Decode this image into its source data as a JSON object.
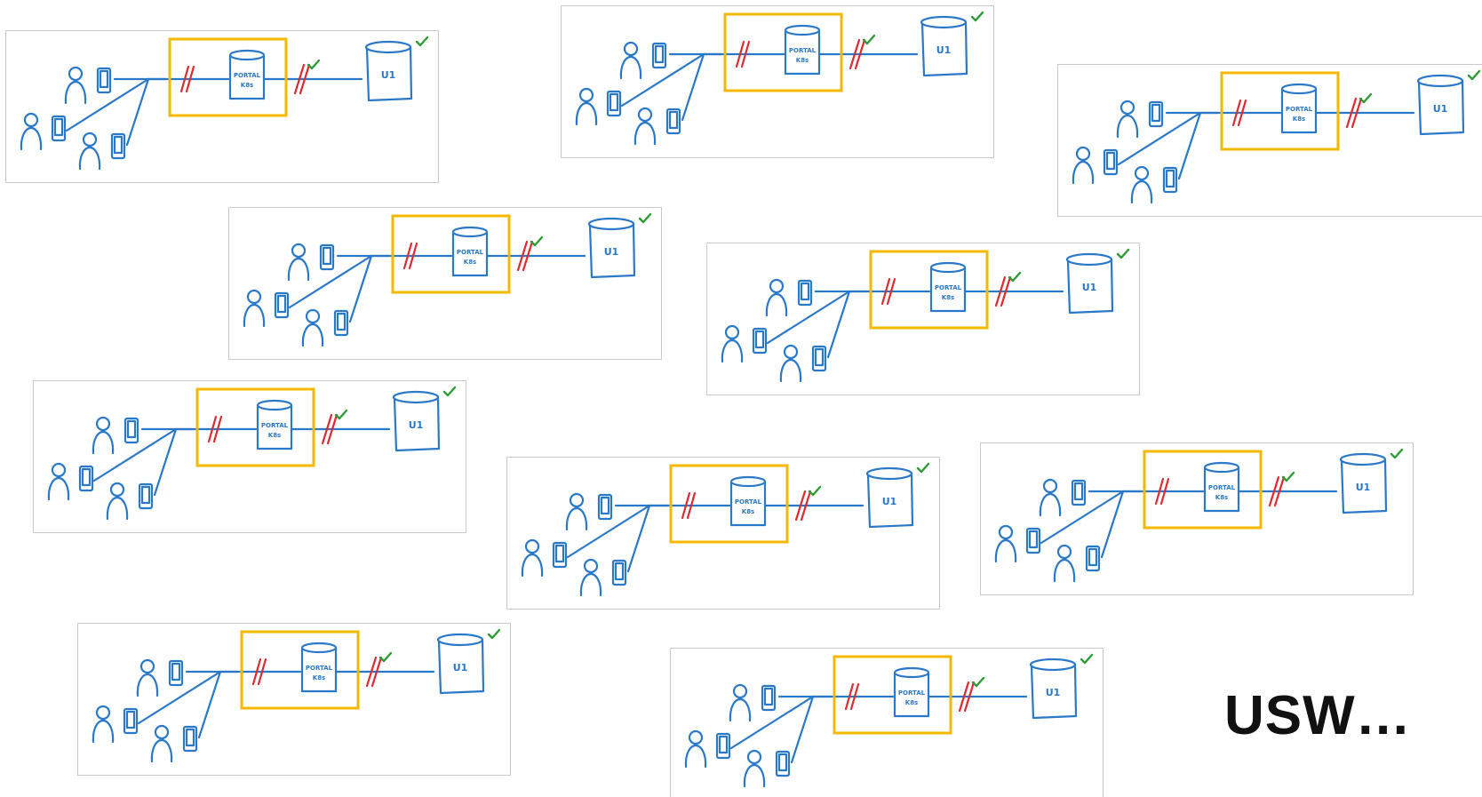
{
  "diagram": {
    "box_label_line1": "PORTAL",
    "box_label_line2": "K8s",
    "target_label": "U1",
    "colors": {
      "sketch": "#2a78c8",
      "highlight": "#f5b800",
      "firewall": "#e0282e",
      "check": "#2e9c36",
      "tile_border": "#c9c9c9"
    },
    "tile_count": 10,
    "icons": [
      "person-icon",
      "phone-icon",
      "database-icon",
      "firewall-icon",
      "checkmark-icon"
    ]
  },
  "caption": "USW…"
}
